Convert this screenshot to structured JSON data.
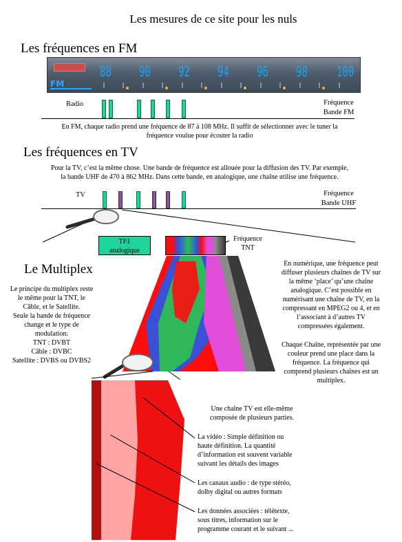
{
  "title": "Les mesures de ce site pour les nuls",
  "fm": {
    "heading": "Les fréquences en FM",
    "dial_band": "FM",
    "dial_numbers": [
      "88",
      "90",
      "92",
      "94",
      "96",
      "98",
      "100"
    ],
    "radio_label": "Radio",
    "axis_label_1": "Fréquence",
    "axis_label_2": "Bande FM",
    "caption_1": "En FM, chaque radio prend une fréquence de 87 à 108 MHz. Il suffit de sélectionner avec le tuner la",
    "caption_2": "fréquence voulue pour écouter la radio"
  },
  "tv": {
    "heading": "Les fréquences en TV",
    "intro_1": "Pour la TV, c’est la même chose. Une bande de fréquence est allouée pour la diffusion des TV. Par exemple,",
    "intro_2": "la bande UHF de 470 à 862 MHz. Dans cette bande, en analogique, une chaîne utilise une fréquence.",
    "tv_label": "TV",
    "axis_label_1": "Fréquence",
    "axis_label_2": "Bande UHF",
    "tf1_1": "TF1",
    "tf1_2": "analogique",
    "tnt_1": "Fréquence",
    "tnt_2": "TNT"
  },
  "multiplex": {
    "heading": "Le Multiplex",
    "left_lines": [
      "Le principe du multiplex reste",
      "le même pour la TNT, le",
      "Câble, et le Satellite.",
      "Seule la bande de fréquence",
      "change et le type de",
      "modulation:",
      "TNT : DVBT",
      "Câble : DVBC",
      "Satellite : DVBS ou DVBS2"
    ],
    "right_p1": [
      "En numérique, une fréquence peut",
      "diffuser plusieurs chaînes de TV sur",
      "la même ‘place’ qu’une chaîne",
      "analogique. C’est possible en",
      "numérisant une chaîne de TV, en la",
      "compressant en MPEG2 ou 4, et en",
      "l’associant à d’autres TV",
      "compressées également."
    ],
    "right_p2": [
      "Chaque Chaîne, représentée par une",
      "couleur prend une place dans la",
      "fréquence. La fréquence qui",
      "comprend plusieurs chaînes est un",
      "multiplex."
    ]
  },
  "channel": {
    "intro": [
      "Une chaîne TV est elle-même",
      "composée de plusieurs parties."
    ],
    "video": [
      "La vidéo :  Simple définition ou",
      "haute définition. La quantité",
      "d’information est souvent variable",
      "suivant les détails des images"
    ],
    "audio": [
      "Les canaux audio : de type stéréo,",
      "dolby digital  ou autres formats"
    ],
    "data": [
      "Les données associées : télétexte,",
      "sous titres, information sur le",
      "programme courant et le suivant ..."
    ]
  },
  "colors": {
    "station_green": "#1ed49a",
    "tf1_green": "#1fd49c",
    "tnt_red": "#ff0000",
    "tnt_green": "#2ebd55",
    "tnt_blue": "#2f55e0",
    "tnt_magenta": "#e14ed9",
    "tnt_grey": "#4a4a4a",
    "video_dark_red": "#ee1111",
    "video_pink": "#ffa5a5",
    "dial_bg": "#5d6b7a",
    "dial_numbers": "#19a3f7"
  }
}
